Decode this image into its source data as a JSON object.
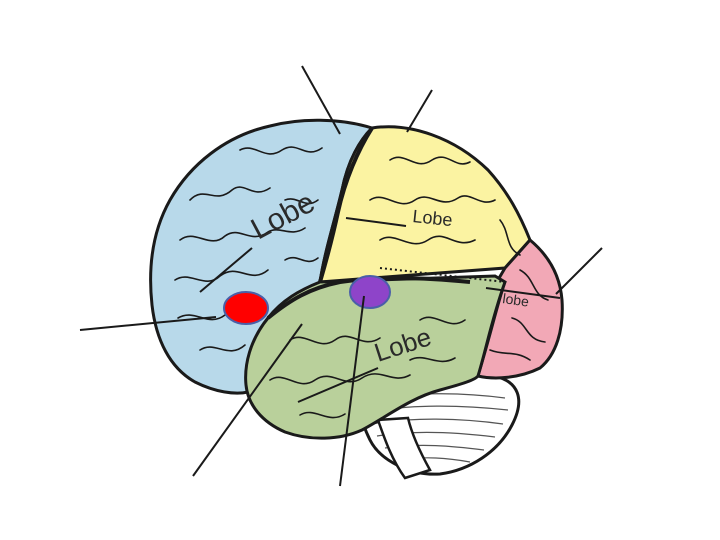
{
  "labels": {
    "frontal": "Lobe",
    "parietal": "Lobe",
    "temporal": "Lobe",
    "occipital": "lobe"
  },
  "colors": {
    "frontal": "#b8d9ea",
    "parietal": "#fbf3a2",
    "temporal": "#b9d09b",
    "occipital": "#f2a8b6",
    "cerebellum": "#ffffff",
    "outline": "#1a1a1a",
    "marker_red": "#ff0000",
    "marker_purple": "#8e44c9"
  }
}
